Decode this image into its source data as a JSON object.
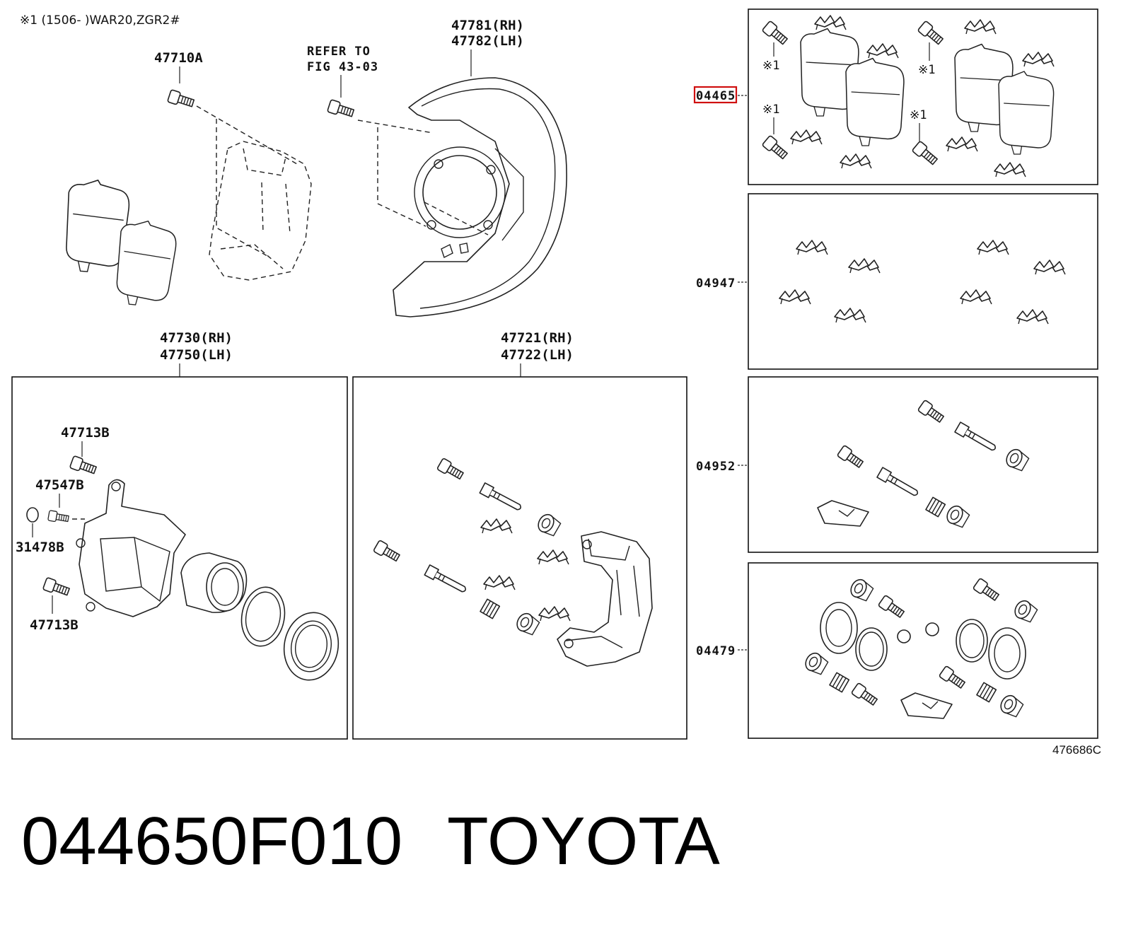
{
  "note": "※1 (1506-        )WAR20,ZGR2#",
  "figure_id": "476686C",
  "title": {
    "part_number": "044650F010",
    "brand": "TOYOTA"
  },
  "colors": {
    "highlight": "#d01010",
    "line": "#222222"
  },
  "labels": {
    "bolt_47710A": "47710A",
    "refer_line1": "REFER TO",
    "refer_line2": "FIG 43-03",
    "cover_rh": "47781(RH)",
    "cover_lh": "47782(LH)",
    "cyl_rh": "47730(RH)",
    "cyl_lh": "47750(LH)",
    "mount_rh": "47721(RH)",
    "mount_lh": "47722(LH)",
    "bolt_47713B_top": "47713B",
    "plug_47547B": "47547B",
    "cap_31478B": "31478B",
    "bolt_47713B_bottom": "47713B",
    "kit_04465": "04465",
    "kit_04947": "04947",
    "kit_04952": "04952",
    "kit_04479": "04479",
    "mark1_a": "※1",
    "mark1_b": "※1",
    "mark1_c": "※1",
    "mark1_d": "※1"
  }
}
